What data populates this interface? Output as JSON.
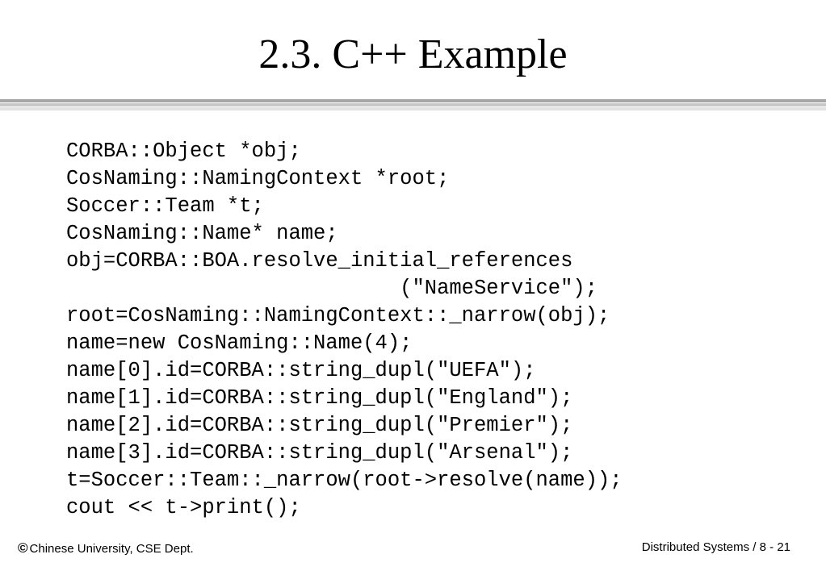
{
  "slide": {
    "title": "2.3. C++ Example"
  },
  "code": {
    "lines": [
      "CORBA::Object *obj;",
      "CosNaming::NamingContext *root;",
      "Soccer::Team *t;",
      "CosNaming::Name* name;",
      "obj=CORBA::BOA.resolve_initial_references",
      "                           (\"NameService\");",
      "root=CosNaming::NamingContext::_narrow(obj);",
      "name=new CosNaming::Name(4);",
      "name[0].id=CORBA::string_dupl(\"UEFA\");",
      "name[1].id=CORBA::string_dupl(\"England\");",
      "name[2].id=CORBA::string_dupl(\"Premier\");",
      "name[3].id=CORBA::string_dupl(\"Arsenal\");",
      "t=Soccer::Team::_narrow(root->resolve(name));",
      "cout << t->print();"
    ]
  },
  "footer": {
    "copyright_symbol": "©",
    "left_text": "Chinese University, CSE Dept.",
    "right_text": "Distributed Systems / 8 - 21"
  }
}
